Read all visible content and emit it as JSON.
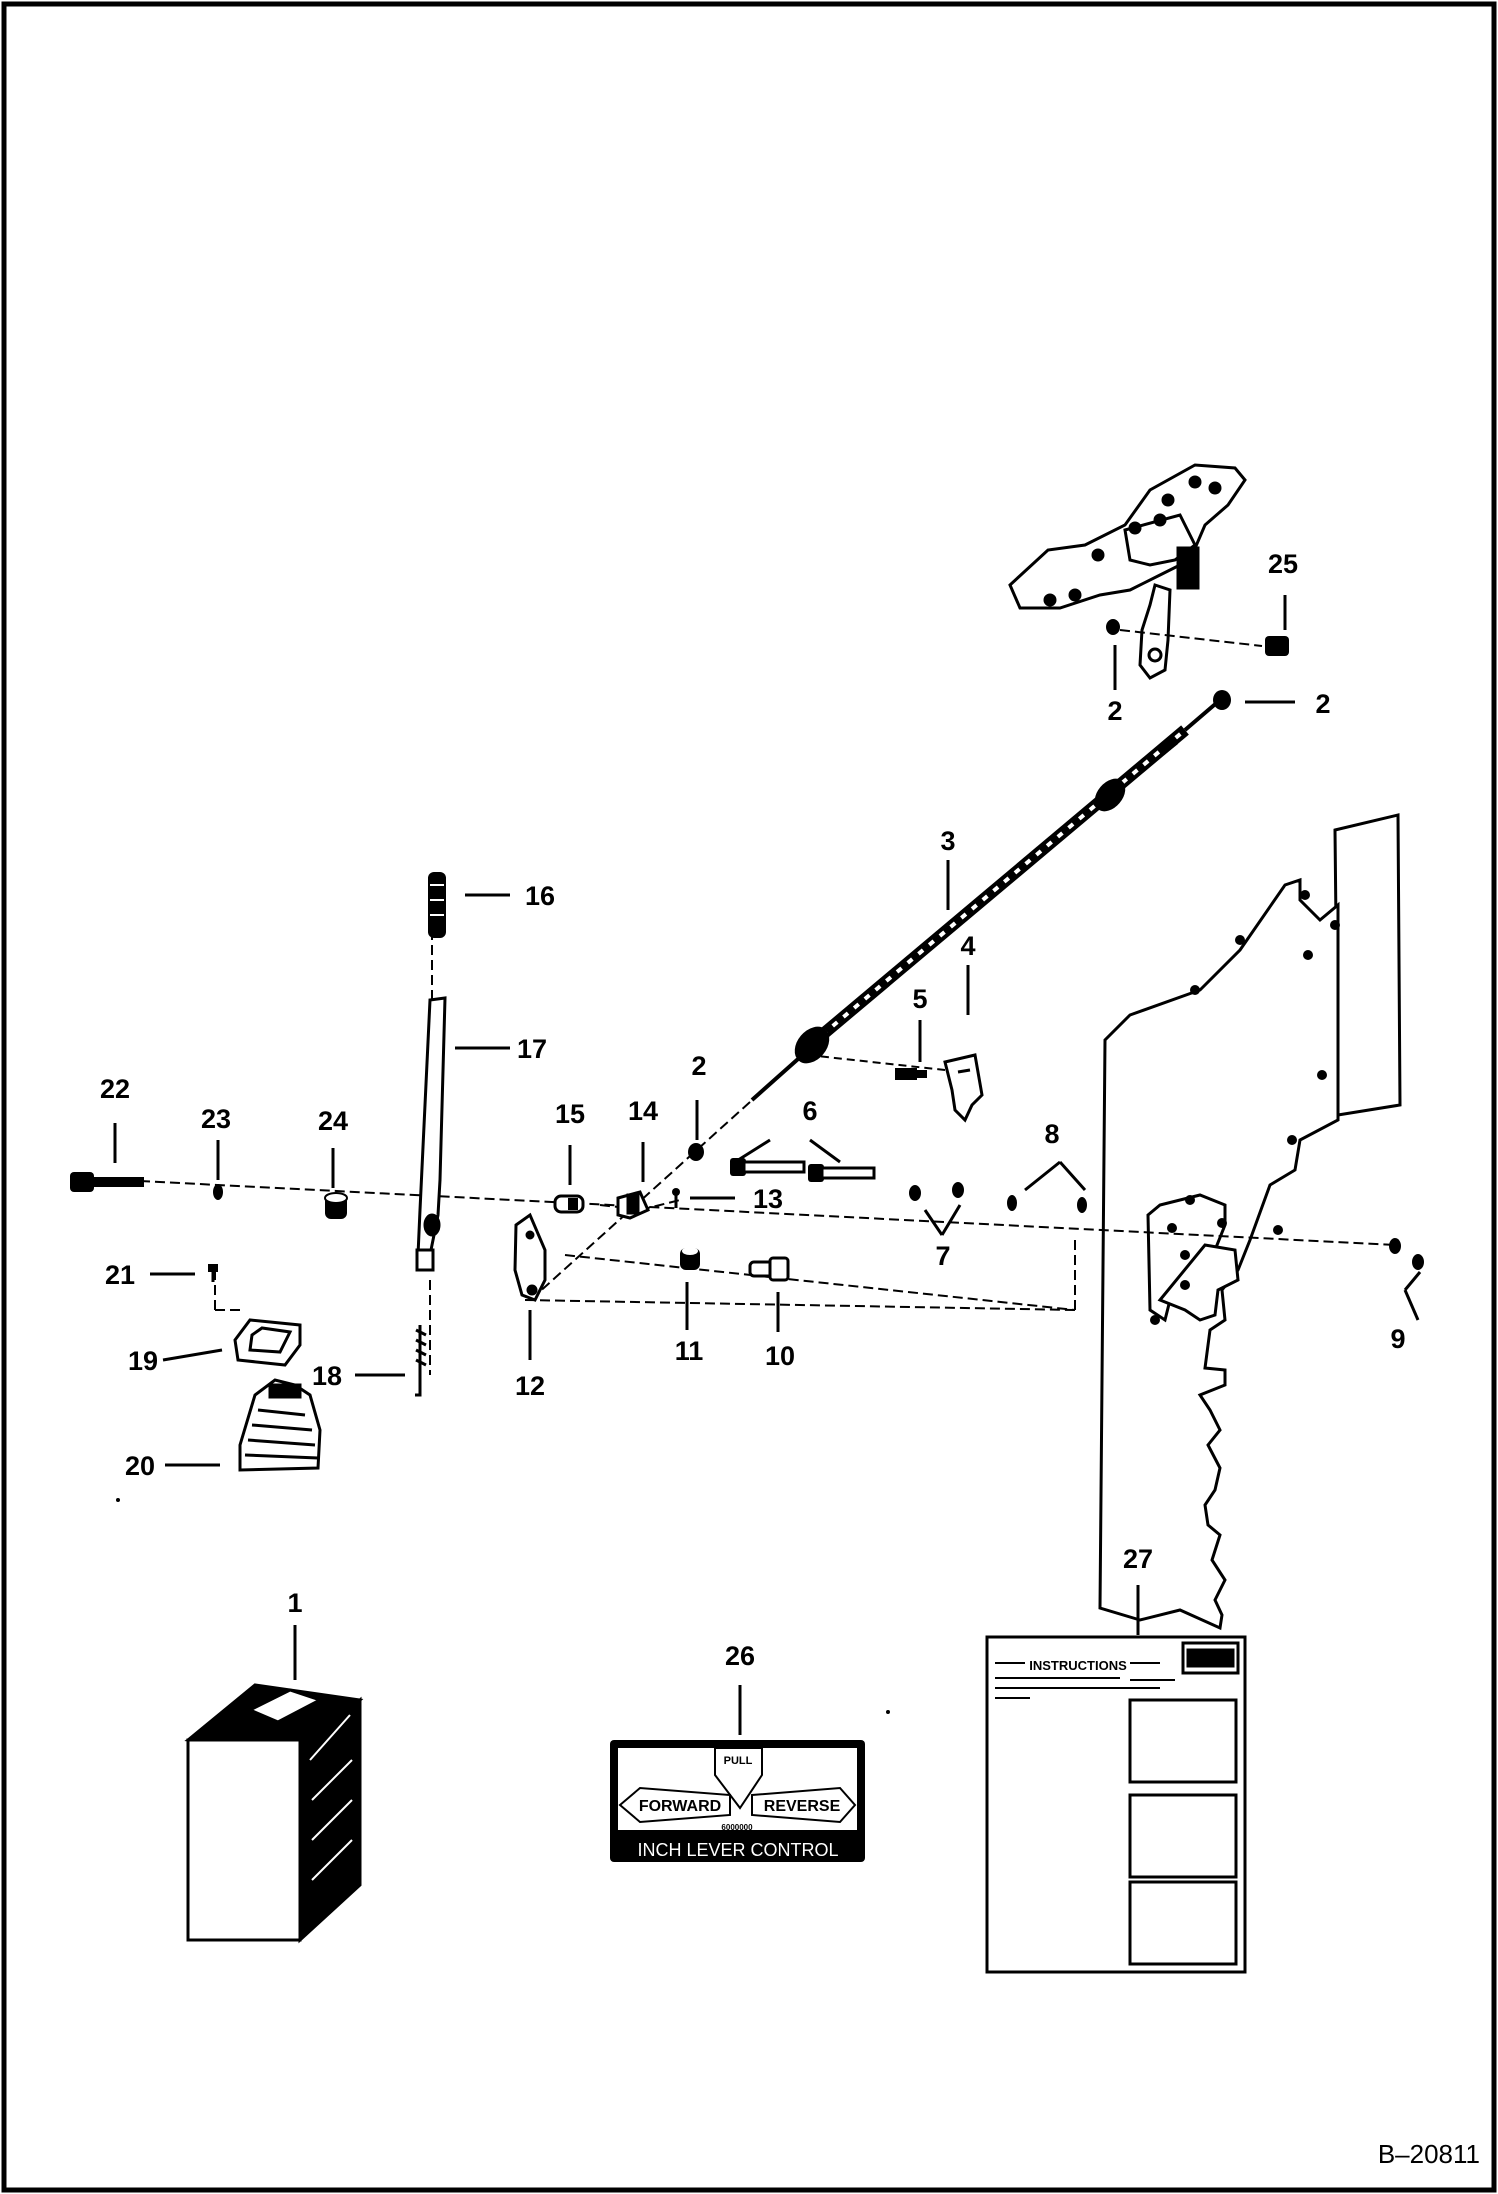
{
  "document_id": "B–20811",
  "callouts": {
    "c1": "1",
    "c2a": "2",
    "c2b": "2",
    "c2c": "2",
    "c3": "3",
    "c4": "4",
    "c5": "5",
    "c6": "6",
    "c7": "7",
    "c8": "8",
    "c9": "9",
    "c10": "10",
    "c11": "11",
    "c12": "12",
    "c13": "13",
    "c14": "14",
    "c15": "15",
    "c16": "16",
    "c17": "17",
    "c18": "18",
    "c19": "19",
    "c20": "20",
    "c21": "21",
    "c22": "22",
    "c23": "23",
    "c24": "24",
    "c25": "25",
    "c26": "26",
    "c27": "27"
  },
  "decal_26": {
    "pull": "PULL",
    "forward": "FORWARD",
    "reverse": "REVERSE",
    "part_no": "6000000",
    "caption": "INCH LEVER CONTROL"
  },
  "decal_27": {
    "heading": "INSTRUCTIONS"
  }
}
